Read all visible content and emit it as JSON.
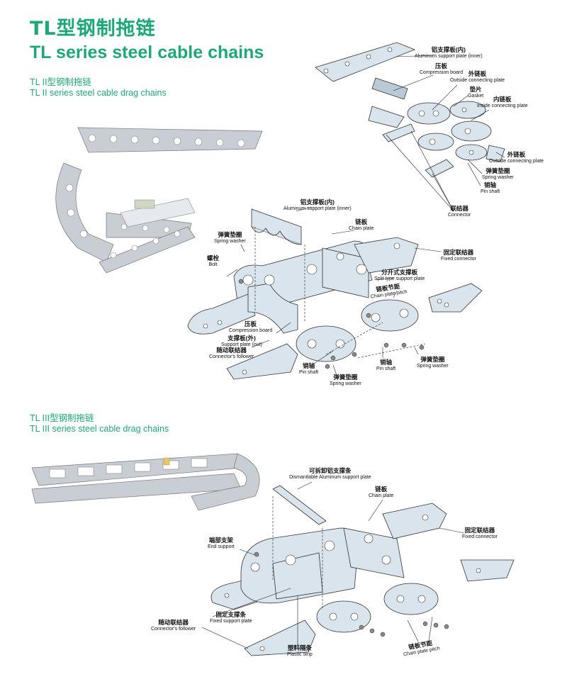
{
  "header": {
    "title_cn": "TL型钢制拖链",
    "title_en": "TL series steel cable chains"
  },
  "section2": {
    "title_cn": "TL II型钢制拖链",
    "title_en": "TL II series steel cable drag chains",
    "exploded_labels": [
      {
        "cn": "铝支撑板(内)",
        "en": "Aluminum support plate (inner)"
      },
      {
        "cn": "压板",
        "en": "Compression board"
      },
      {
        "cn": "外链板",
        "en": "Outside connecting plate"
      },
      {
        "cn": "垫片",
        "en": "Gasket"
      },
      {
        "cn": "内链板",
        "en": "Inside connecting plate"
      },
      {
        "cn": "外链板",
        "en": "Outside connecting plate"
      },
      {
        "cn": "弹簧垫圈",
        "en": "Spring washer"
      },
      {
        "cn": "销轴",
        "en": "Pin shaft"
      },
      {
        "cn": "联结器",
        "en": "Connector"
      }
    ],
    "assembly_labels": [
      {
        "cn": "铝支撑板(内)",
        "en": "Aluminum support plate (inner)"
      },
      {
        "cn": "链板",
        "en": "Chain plate"
      },
      {
        "cn": "弹簧垫圈",
        "en": "Spring washer"
      },
      {
        "cn": "螺栓",
        "en": "Bolt"
      },
      {
        "cn": "固定联结器",
        "en": "Fixed connector"
      },
      {
        "cn": "分开式支撑板",
        "en": "Split type support plate"
      },
      {
        "cn": "链板节距",
        "en": "Chain plate pitch"
      },
      {
        "cn": "压板",
        "en": "Compression board"
      },
      {
        "cn": "支撑板(外)",
        "en": "Support plate (out)"
      },
      {
        "cn": "随动联结器",
        "en": "Connector's follower"
      },
      {
        "cn": "销轴",
        "en": "Pin shaft"
      },
      {
        "cn": "销轴",
        "en": "Pin shaft"
      },
      {
        "cn": "弹簧垫圈",
        "en": "Spring washer"
      },
      {
        "cn": "弹簧垫圈",
        "en": "Spring washer"
      }
    ]
  },
  "section3": {
    "title_cn": "TL III型钢制拖链",
    "title_en": "TL III series steel cable drag chains",
    "labels": [
      {
        "cn": "可拆卸铝支撑条",
        "en": "Dismantlable Aluminum support plate"
      },
      {
        "cn": "链板",
        "en": "Chain plate"
      },
      {
        "cn": "端部支架",
        "en": "End support"
      },
      {
        "cn": "固定联结器",
        "en": "Fixed connector"
      },
      {
        "cn": "固定支撑条",
        "en": "Fixed support plate"
      },
      {
        "cn": "随动联结器",
        "en": "Connector's follower"
      },
      {
        "cn": "塑料隔条",
        "en": "Plastic strip"
      },
      {
        "cn": "链板节距",
        "en": "Chain plate pitch"
      }
    ]
  }
}
